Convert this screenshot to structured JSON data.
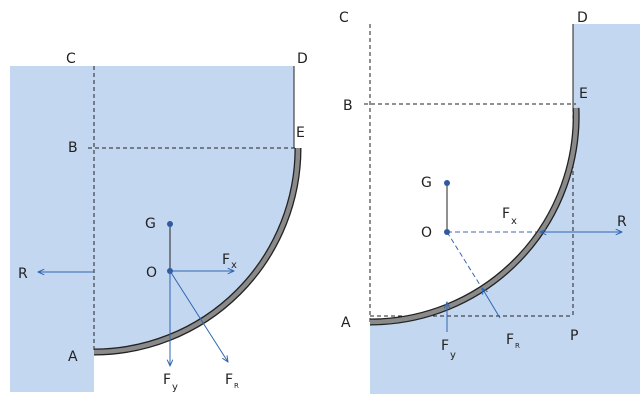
{
  "left_panel": {
    "points": {
      "C": "C",
      "D": "D",
      "B": "B",
      "E": "E",
      "A": "A",
      "G": "G",
      "O": "O"
    },
    "forces": {
      "R": "R",
      "Fx_main": "F",
      "Fx_sub": "x",
      "Fy_main": "F",
      "Fy_sub": "y",
      "FR_main": "F",
      "FR_sub": "R"
    }
  },
  "right_panel": {
    "points": {
      "C": "C",
      "D": "D",
      "B": "B",
      "E": "E",
      "A": "A",
      "G": "G",
      "O": "O",
      "P": "P"
    },
    "forces": {
      "R": "R",
      "Fx_main": "F",
      "Fx_sub": "x",
      "Fy_main": "F",
      "Fy_sub": "y",
      "FR_main": "F",
      "FR_sub": "R"
    }
  },
  "colors": {
    "fluid": "#c4d7f0",
    "arrow": "#2f66b3",
    "plate": "#8a8a8a",
    "point": "#2f5aa0"
  }
}
